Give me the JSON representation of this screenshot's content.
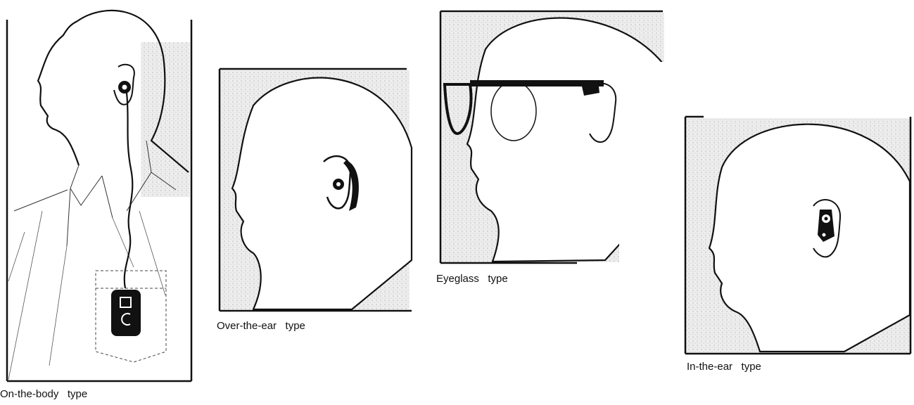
{
  "figure": {
    "panels": [
      {
        "id": "on-the-body",
        "caption": "On-the-body   type",
        "device_icon": "body-worn-receiver-icon"
      },
      {
        "id": "over-the-ear",
        "caption": "Over-the-ear   type",
        "device_icon": "behind-the-ear-aid-icon"
      },
      {
        "id": "eyeglass",
        "caption": "Eyeglass   type",
        "device_icon": "eyeglass-aid-icon"
      },
      {
        "id": "in-the-ear",
        "caption": "In-the-ear   type",
        "device_icon": "in-the-ear-aid-icon"
      }
    ],
    "colors": {
      "ink": "#111111",
      "shade": "#d4d4d4",
      "paper": "#ffffff"
    }
  }
}
